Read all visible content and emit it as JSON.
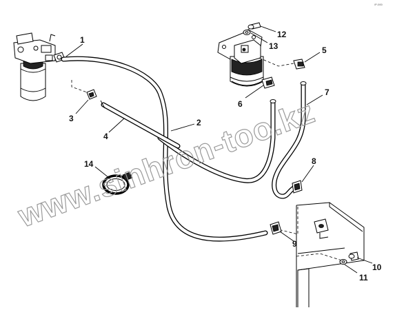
{
  "corner_code": "/P-000",
  "watermark": "www.sinhron-too.kz",
  "callouts": [
    {
      "id": "1",
      "label": "1"
    },
    {
      "id": "2",
      "label": "2"
    },
    {
      "id": "3",
      "label": "3"
    },
    {
      "id": "4",
      "label": "4"
    },
    {
      "id": "5",
      "label": "5"
    },
    {
      "id": "6",
      "label": "6"
    },
    {
      "id": "7",
      "label": "7"
    },
    {
      "id": "8",
      "label": "8"
    },
    {
      "id": "9",
      "label": "9"
    },
    {
      "id": "10",
      "label": "10"
    },
    {
      "id": "11",
      "label": "11"
    },
    {
      "id": "12",
      "label": "12"
    },
    {
      "id": "13",
      "label": "13"
    },
    {
      "id": "14",
      "label": "14"
    }
  ]
}
